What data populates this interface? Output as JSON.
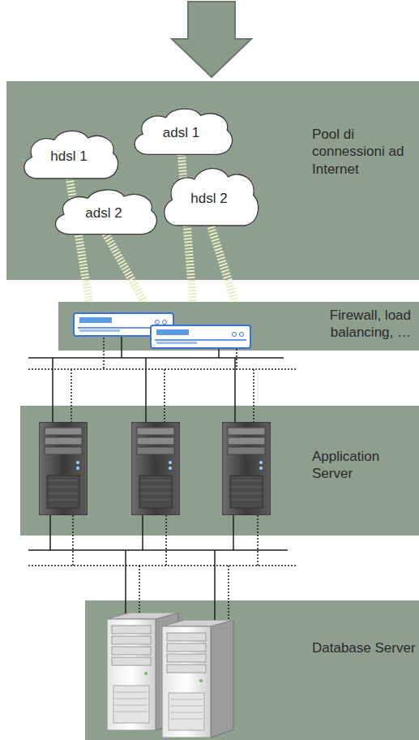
{
  "diagram": {
    "nodes": [
      {
        "text": [
          "Pool di connessioni ad Internet"
        ]
      },
      {
        "text": [
          "hdsl 1"
        ],
        "in": 0
      },
      {
        "text": [
          "adsl 1"
        ],
        "in": 0
      },
      {
        "text": [
          "adsl 2"
        ],
        "in": 0
      },
      {
        "text": [
          "hdsl 2"
        ],
        "in": 0
      },
      {
        "text": [
          "Firewall, load balancing, …"
        ]
      },
      {
        "text": [
          "Application Server"
        ]
      },
      {
        "text": [
          "Database Server"
        ]
      }
    ],
    "edges": [
      {
        "from": 1,
        "to": 5,
        "arrow": "none"
      },
      {
        "from": 2,
        "to": 5,
        "arrow": "none"
      },
      {
        "from": 3,
        "to": 5,
        "arrow": "none"
      },
      {
        "from": 4,
        "to": 5,
        "arrow": "none"
      }
    ]
  }
}
